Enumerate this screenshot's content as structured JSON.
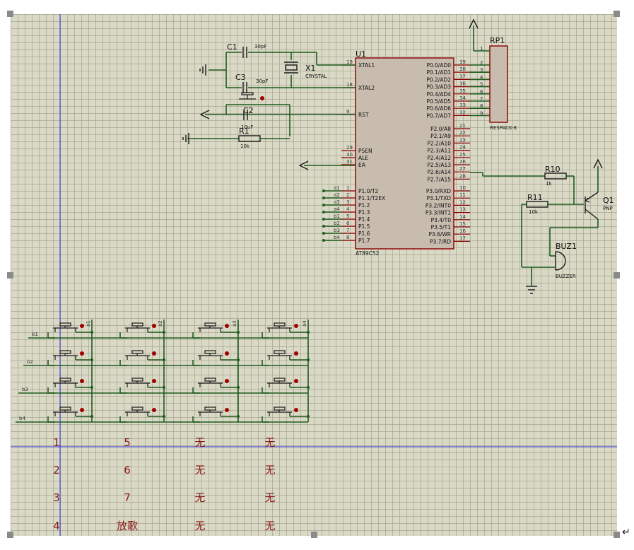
{
  "mcu": {
    "ref": "U1",
    "part": "AT89C52",
    "left_pins": [
      {
        "num": "19",
        "name": "XTAL1"
      },
      {
        "num": "18",
        "name": "XTAL2"
      },
      {
        "num": "9",
        "name": "RST"
      },
      {
        "num": "29",
        "name": "PSEN"
      },
      {
        "num": "30",
        "name": "ALE"
      },
      {
        "num": "31",
        "name": "EA"
      },
      {
        "num": "1",
        "name": "P1.0/T2",
        "net": "a1"
      },
      {
        "num": "2",
        "name": "P1.1/T2EX",
        "net": "a2"
      },
      {
        "num": "3",
        "name": "P1.2",
        "net": "a3"
      },
      {
        "num": "4",
        "name": "P1.3",
        "net": "a4"
      },
      {
        "num": "5",
        "name": "P1.4",
        "net": "b1"
      },
      {
        "num": "6",
        "name": "P1.5",
        "net": "b2"
      },
      {
        "num": "7",
        "name": "P1.6",
        "net": "b3"
      },
      {
        "num": "8",
        "name": "P1.7",
        "net": "b4"
      }
    ],
    "right_pins": [
      {
        "num": "39",
        "name": "P0.0/AD0"
      },
      {
        "num": "38",
        "name": "P0.1/AD1"
      },
      {
        "num": "37",
        "name": "P0.2/AD2"
      },
      {
        "num": "36",
        "name": "P0.3/AD3"
      },
      {
        "num": "35",
        "name": "P0.4/AD4"
      },
      {
        "num": "34",
        "name": "P0.5/AD5"
      },
      {
        "num": "33",
        "name": "P0.6/AD6"
      },
      {
        "num": "32",
        "name": "P0.7/AD7"
      },
      {
        "num": "21",
        "name": "P2.0/A8"
      },
      {
        "num": "22",
        "name": "P2.1/A9"
      },
      {
        "num": "23",
        "name": "P2.2/A10"
      },
      {
        "num": "24",
        "name": "P2.3/A11"
      },
      {
        "num": "25",
        "name": "P2.4/A12"
      },
      {
        "num": "26",
        "name": "P2.5/A13"
      },
      {
        "num": "27",
        "name": "P2.6/A14"
      },
      {
        "num": "28",
        "name": "P2.7/A15"
      },
      {
        "num": "10",
        "name": "P3.0/RXD"
      },
      {
        "num": "11",
        "name": "P3.1/TXD"
      },
      {
        "num": "12",
        "name": "P3.2/INT0"
      },
      {
        "num": "13",
        "name": "P3.3/INT1"
      },
      {
        "num": "14",
        "name": "P3.4/T0"
      },
      {
        "num": "15",
        "name": "P3.5/T1"
      },
      {
        "num": "16",
        "name": "P3.6/WR"
      },
      {
        "num": "17",
        "name": "P3.7/RD"
      }
    ]
  },
  "components": {
    "c1": {
      "ref": "C1",
      "value": "30pF"
    },
    "c3": {
      "ref": "C3",
      "value": "30pF"
    },
    "c2": {
      "ref": "C2",
      "value": "10uF"
    },
    "x1": {
      "ref": "X1",
      "value": "CRYSTAL"
    },
    "r1": {
      "ref": "R1",
      "value": "10k"
    },
    "rp1": {
      "ref": "RP1",
      "value": "RESPACK-8",
      "pins": [
        "1",
        "2",
        "3",
        "4",
        "5",
        "6",
        "7",
        "8",
        "9"
      ]
    },
    "r10": {
      "ref": "R10",
      "value": "1k"
    },
    "r11": {
      "ref": "R11",
      "value": "10k"
    },
    "q1": {
      "ref": "Q1",
      "value": "PNP"
    },
    "buz1": {
      "ref": "BUZ1",
      "value": "BUZZER"
    }
  },
  "keypad": {
    "rows": [
      "b1",
      "b2",
      "b3",
      "b4"
    ],
    "cols": [
      "a1",
      "a2",
      "a3",
      "a4"
    ]
  },
  "key_table": [
    [
      "1",
      "5",
      "无",
      "无"
    ],
    [
      "2",
      "6",
      "无",
      "无"
    ],
    [
      "3",
      "7",
      "无",
      "无"
    ],
    [
      "4",
      "放歌",
      "无",
      "无"
    ]
  ],
  "colors": {
    "wire": "#1f5c1f",
    "pin": "#8b0000",
    "chip": "#c8bcaf",
    "grid": "#d9d9c6",
    "table_text": "#8b1a1a"
  }
}
